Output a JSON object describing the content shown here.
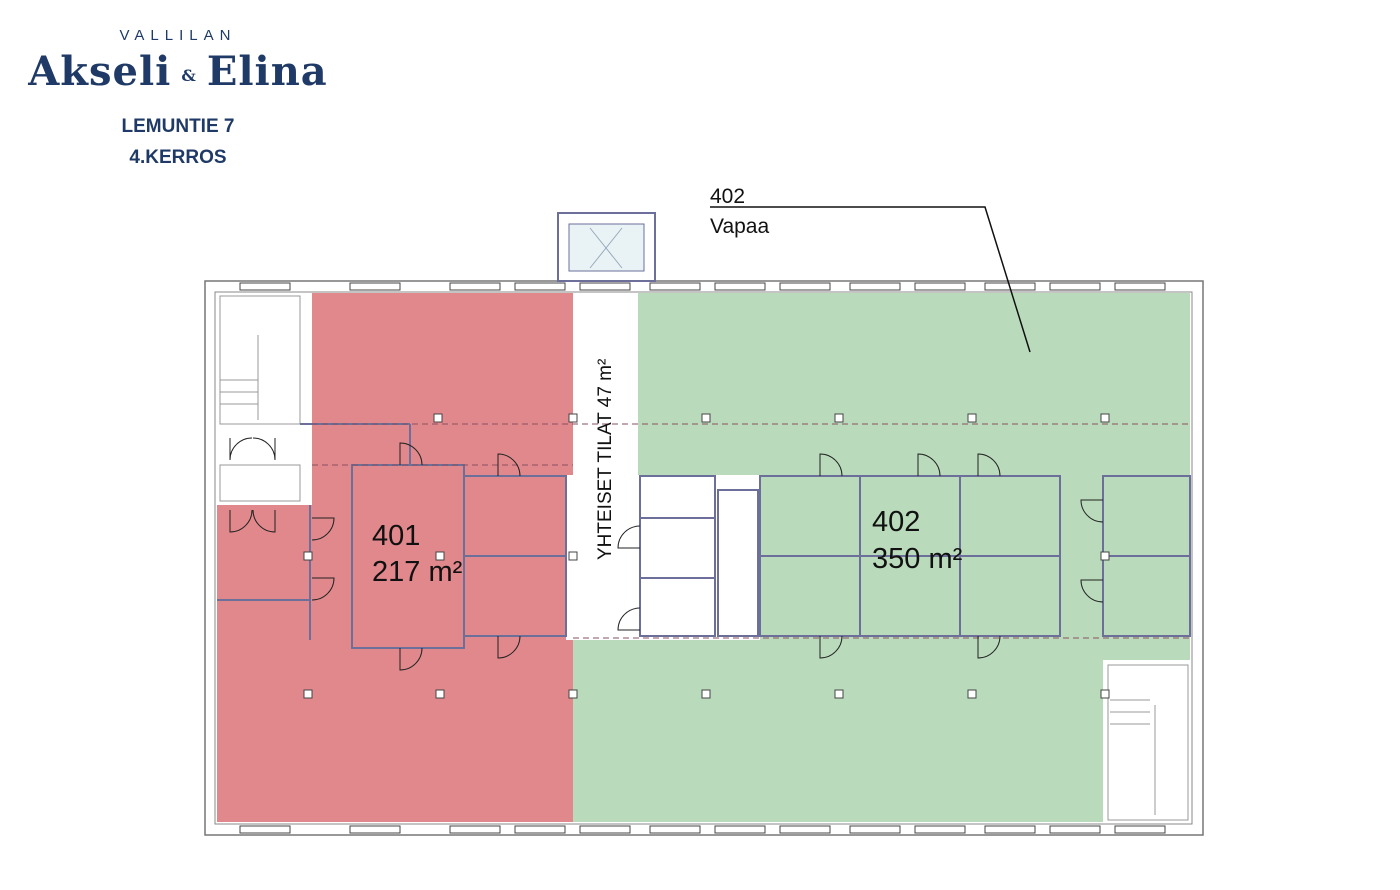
{
  "header": {
    "brand_top": "VALLILAN",
    "brand_name_1": "Akseli",
    "brand_amp": "&",
    "brand_name_2": "Elina",
    "address": "LEMUNTIE 7",
    "floor": "4.KERROS"
  },
  "plan": {
    "units": [
      {
        "number": "401",
        "area": "217 m²",
        "color": "#e0888b"
      },
      {
        "number": "402",
        "area": "350 m²",
        "color": "#b9dbbb"
      }
    ],
    "common_area": "YHTEISET TILAT 47 m²",
    "callout": {
      "number": "402",
      "status": "Vapaa"
    }
  },
  "colors": {
    "wall": "#6b6f9a",
    "outline": "#555",
    "brand": "#1f3a66"
  }
}
